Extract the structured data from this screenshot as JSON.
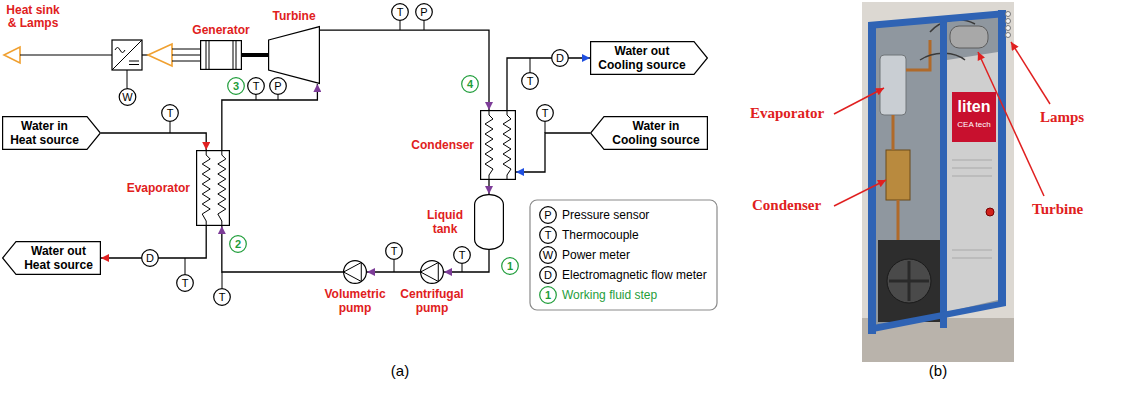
{
  "diagram": {
    "nodes": [
      {
        "text": [
          "Generator"
        ]
      },
      {
        "text": [
          "Turbine"
        ]
      },
      {
        "text": [
          "Water in",
          "Heat source"
        ]
      },
      {
        "text": [
          "Evaporator"
        ]
      },
      {
        "text": [
          "Water out",
          "Heat source"
        ]
      },
      {
        "text": [
          "Condenser"
        ]
      },
      {
        "text": [
          "Water out",
          "Cooling source"
        ]
      },
      {
        "text": [
          "Water in",
          "Cooling source"
        ]
      },
      {
        "text": [
          "Liquid tank"
        ]
      },
      {
        "text": [
          "Volumetric pump"
        ]
      },
      {
        "text": [
          "Centrifugal pump"
        ]
      },
      {
        "text": [
          "W"
        ]
      },
      {
        "text": [
          "T"
        ]
      },
      {
        "text": [
          "P"
        ]
      },
      {
        "text": [
          "3"
        ]
      },
      {
        "text": [
          "T"
        ]
      },
      {
        "text": [
          "P"
        ]
      },
      {
        "text": [
          "T"
        ]
      },
      {
        "text": [
          "4"
        ]
      },
      {
        "text": [
          "D"
        ]
      },
      {
        "text": [
          "T"
        ]
      },
      {
        "text": [
          "T"
        ]
      },
      {
        "text": [
          "D"
        ]
      },
      {
        "text": [
          "T"
        ]
      },
      {
        "text": [
          "2"
        ]
      },
      {
        "text": [
          "T"
        ]
      },
      {
        "text": [
          "T"
        ]
      },
      {
        "text": [
          "T"
        ]
      },
      {
        "text": [
          "1"
        ]
      }
    ],
    "edges": [
      {
        "from": 2,
        "to": 3,
        "arrow": "to"
      },
      {
        "from": 3,
        "to": 4,
        "arrow": "to"
      },
      {
        "from": 3,
        "to": 1,
        "arrow": "to"
      },
      {
        "from": 1,
        "to": 5,
        "arrow": "to"
      },
      {
        "from": 5,
        "to": 8,
        "arrow": "to"
      },
      {
        "from": 8,
        "to": 10,
        "arrow": "to"
      },
      {
        "from": 10,
        "to": 9,
        "arrow": "to"
      },
      {
        "from": 9,
        "to": 3,
        "arrow": "to"
      },
      {
        "from": 7,
        "to": 5,
        "arrow": "to"
      },
      {
        "from": 5,
        "to": 6,
        "arrow": "to"
      },
      {
        "from": 0,
        "to": 1,
        "arrow": "none"
      }
    ],
    "labels": [
      "Heat sink & Lamps",
      "P",
      "T",
      "W",
      "D",
      "1",
      "(a)",
      "Evaporator",
      "Condenser",
      "Lamps",
      "Turbine",
      "liten",
      "CEA tech",
      "(b)"
    ],
    "legend": [
      {
        "text": "Pressure sensor"
      },
      {
        "text": "Thermocouple"
      },
      {
        "text": "Power meter"
      },
      {
        "text": "Electromagnetic flow meter"
      },
      {
        "text": "Working fluid step"
      }
    ]
  }
}
